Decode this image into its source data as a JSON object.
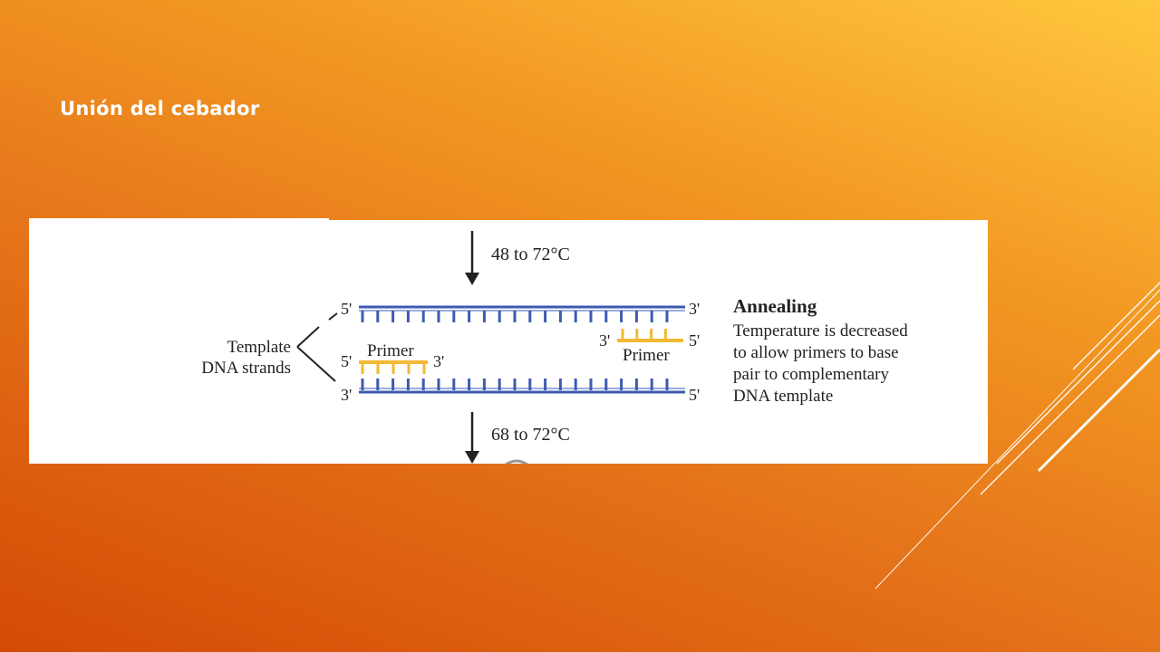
{
  "slide": {
    "title": "Unión del cebador"
  },
  "diagram": {
    "temp_top": "48 to 72°C",
    "temp_bottom": "68 to 72°C",
    "template_label_line1": "Template",
    "template_label_line2": "DNA strands",
    "top_strand_left_end": "5'",
    "top_strand_right_end": "3'",
    "bottom_strand_left_end": "3'",
    "bottom_strand_right_end": "5'",
    "primer_left_label": "Primer",
    "primer_left_5": "5'",
    "primer_left_3": "3'",
    "primer_right_label": "Primer",
    "primer_right_3": "3'",
    "primer_right_5": "5'",
    "step_title": "Annealing",
    "step_desc_line1": "Temperature is decreased",
    "step_desc_line2": "to allow primers to base",
    "step_desc_line3": "pair to complementary",
    "step_desc_line4": "DNA template"
  },
  "colors": {
    "strand": "#3d5bb0",
    "primer": "#f2b935",
    "arrow": "#222222"
  }
}
